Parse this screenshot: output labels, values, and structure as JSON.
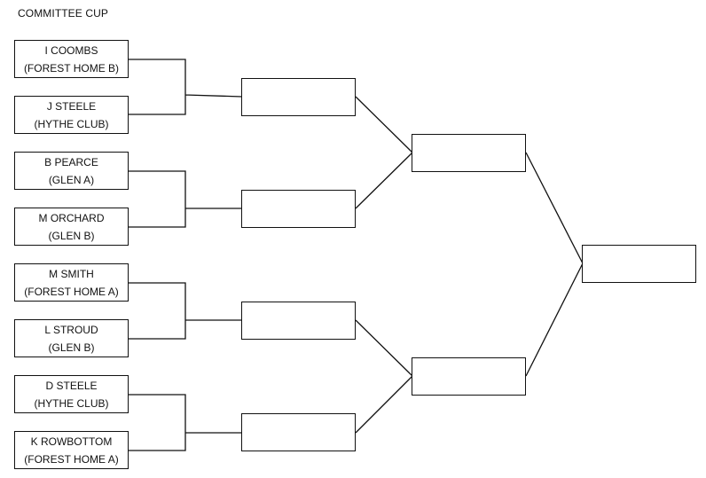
{
  "title": "COMMITTEE CUP",
  "round1": [
    {
      "name": "I COOMBS",
      "club": "(FOREST HOME B)"
    },
    {
      "name": "J STEELE",
      "club": "(HYTHE CLUB)"
    },
    {
      "name": "B PEARCE",
      "club": "(GLEN A)"
    },
    {
      "name": "M ORCHARD",
      "club": "(GLEN B)"
    },
    {
      "name": "M SMITH",
      "club": "(FOREST HOME A)"
    },
    {
      "name": "L STROUD",
      "club": "(GLEN B)"
    },
    {
      "name": "D STEELE",
      "club": "(HYTHE CLUB)"
    },
    {
      "name": "K ROWBOTTOM",
      "club": "(FOREST HOME A)"
    }
  ],
  "round2": [
    "",
    "",
    "",
    ""
  ],
  "semifinal": [
    "",
    ""
  ],
  "final": ""
}
